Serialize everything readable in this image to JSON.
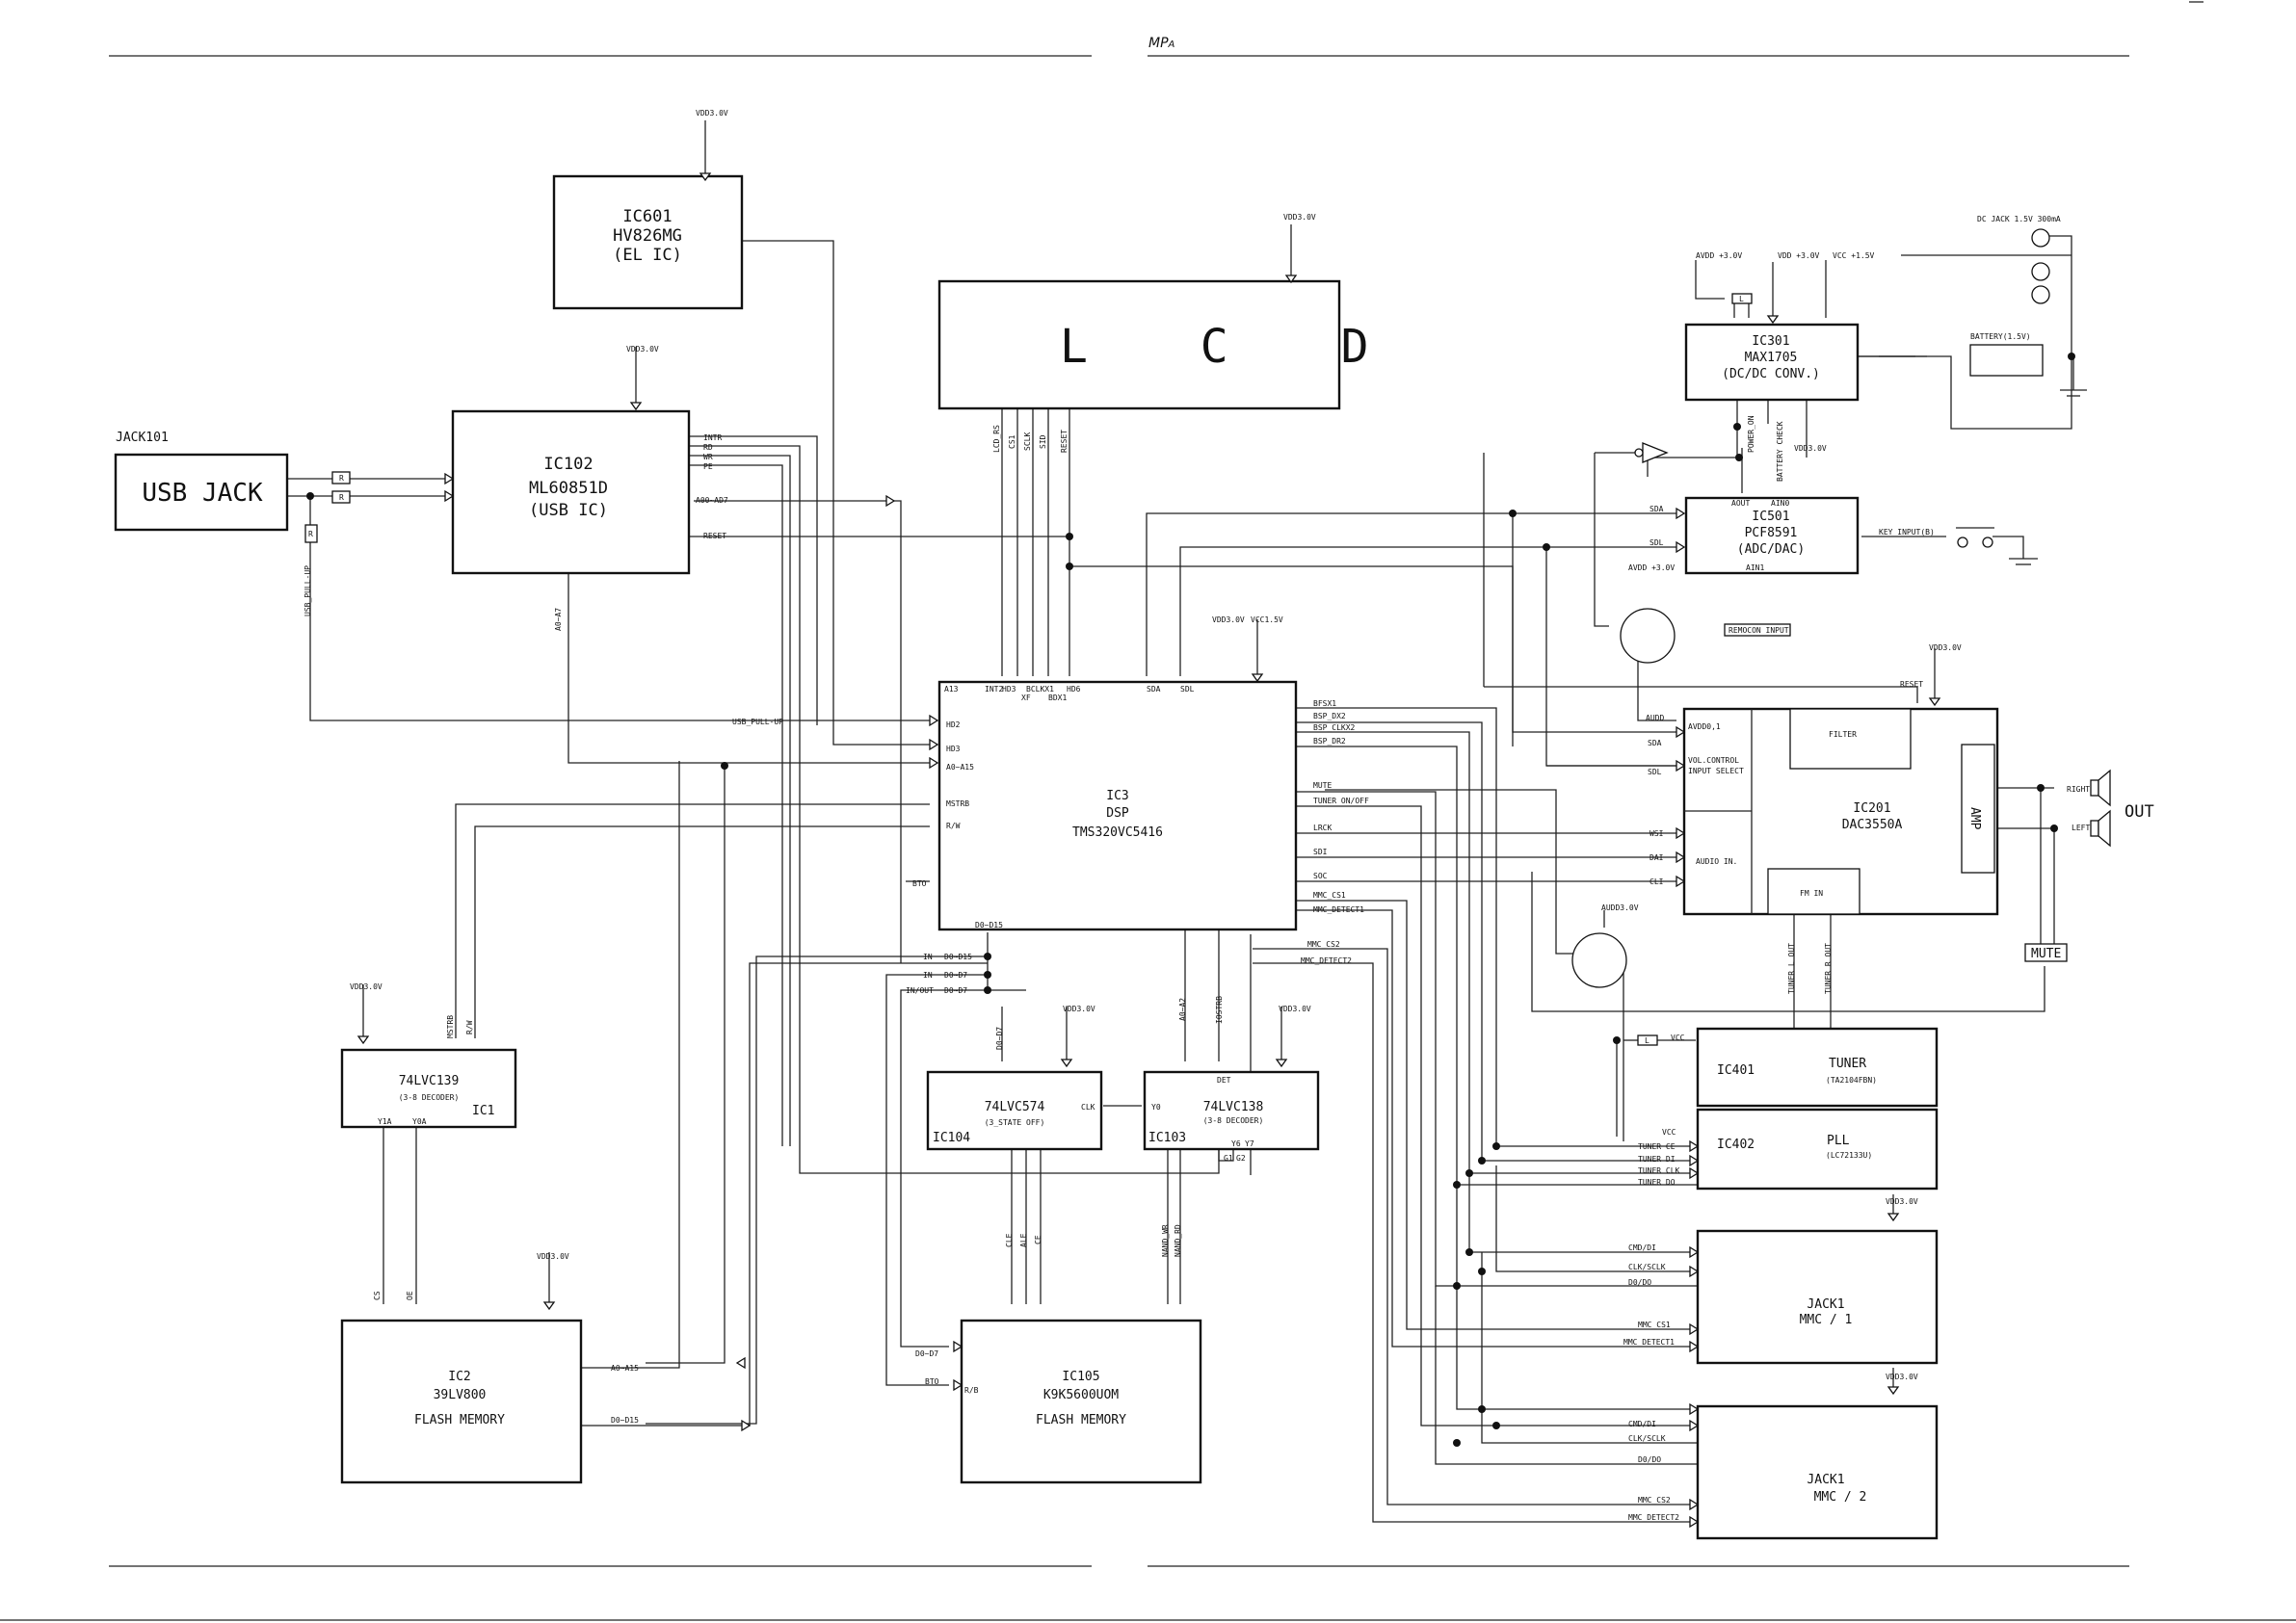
{
  "header": {
    "brand": "MP",
    "brand_sub": "A"
  },
  "supplies": {
    "vdd": "VDD3.0V",
    "vcc15": "VCC1.5V",
    "avdd3": "AVDD +3.0V",
    "vdd3": "VDD +3.0V",
    "vcc_15": "VCC +1.5V",
    "dcjack": "DC JACK 1.5V 300mA",
    "battery": "BATTERY(1.5V)",
    "avdd_a": "AVDD +3.0V",
    "audd": "AUDD3.0V"
  },
  "blocks": {
    "ic601": [
      "IC601",
      "HV826MG",
      "(EL IC)"
    ],
    "lcd": "L C D",
    "usbjack": {
      "ref": "JACK101",
      "label": "USB JACK"
    },
    "ic102": [
      "IC102",
      "ML60851D",
      "(USB IC)"
    ],
    "ic301": [
      "IC301",
      "MAX1705",
      "(DC/DC CONV.)"
    ],
    "ic501": [
      "IC501",
      "PCF8591",
      "(ADC/DAC)"
    ],
    "ic3": [
      "IC3",
      "DSP",
      "TMS320VC5416"
    ],
    "ic201": [
      "IC201",
      "DAC3550A"
    ],
    "ic201_sub": {
      "filter": "FILTER",
      "avdd": "AVDD0,1",
      "vol": "VOL.CONTROL",
      "input": "INPUT SELECT",
      "audio": "AUDIO IN.",
      "fm": "FM IN",
      "amp": "AMP"
    },
    "out": "OUT",
    "mute": "MUTE",
    "ic1": {
      "name": "74LVC139",
      "sub": "(3-8 DECODER)",
      "ref": "IC1"
    },
    "ic104": {
      "name": "74LVC574",
      "sub": "(3_STATE OFF)",
      "ref": "IC104"
    },
    "ic103": {
      "name": "74LVC138",
      "sub": "(3-8 DECODER)",
      "ref": "IC103"
    },
    "ic401": {
      "ref": "IC401",
      "name": "TUNER",
      "sub": "(TA2104FBN)"
    },
    "ic402": {
      "ref": "IC402",
      "name": "PLL",
      "sub": "(LC72133U)"
    },
    "ic2": [
      "IC2",
      "39LV800",
      "FLASH MEMORY"
    ],
    "ic105": [
      "IC105",
      "K9K5600UOM",
      "FLASH MEMORY"
    ],
    "mmc1": [
      "JACK1",
      "MMC / 1"
    ],
    "mmc2": [
      "JACK1",
      "MMC / 2"
    ],
    "remocon": "REMOCON INPUT"
  },
  "pins": {
    "ic102": [
      "INTR",
      "RD",
      "WR",
      "PE",
      "A00~AD7",
      "RESET"
    ],
    "ic102_bus": "A0~A7",
    "usb_pullup": "USB_PULL-UP",
    "lcd_pins": [
      "LCD_RS",
      "CS1",
      "SCLK",
      "SID",
      "RESET"
    ],
    "ic3_top": [
      "A13",
      "INT2",
      "HD3",
      "BCLKX1",
      "HD6",
      "SDA",
      "SDL"
    ],
    "ic3_top2": [
      "XF",
      "BDX1"
    ],
    "ic3_left": [
      "HD2",
      "HD3",
      "A0~A15",
      "MSTRB",
      "R/W"
    ],
    "ic3_right": [
      "BFSX1",
      "BSP_DX2",
      "BSP_CLKX2",
      "BSP_DR2",
      "MUTE",
      "TUNER ON/OFF",
      "LRCK",
      "SDI",
      "SOC",
      "MMC_CS1",
      "MMC_DETECT1",
      "MMC_CS2",
      "MMC_DETECT2"
    ],
    "ic3_bottom": "D0~D15",
    "bus": [
      "IN",
      "D0~D15",
      "IN",
      "D0~D7",
      "IN/OUT",
      "D0~D7",
      "BTO"
    ],
    "ic301_pins": [
      "POWER_ON",
      "BATTERY CHECK"
    ],
    "ic501_pins": [
      "AOUT",
      "AIN0",
      "AIN1",
      "SDA",
      "SDL",
      "KEY INPUT(B)"
    ],
    "ic201_pins": [
      "AUDD",
      "SDA",
      "SDL",
      "WSI",
      "DAI",
      "CLI",
      "RESET",
      "RIGHT",
      "LEFT"
    ],
    "tuner_pins": [
      "TUNER L OUT",
      "TUNER R OUT"
    ],
    "ic401_pins": [
      "VCC",
      "VCC",
      "TUNER CE",
      "TUNER DI",
      "TUNER CLK",
      "TUNER DO"
    ],
    "ic1_pins": [
      "MSTRB",
      "R/W",
      "Y1A",
      "Y0A"
    ],
    "ic104_pins": [
      "D0~D7",
      "CLK",
      "CLE",
      "ALE",
      "CE"
    ],
    "ic103_pins": [
      "A0~A2",
      "IOSTRB",
      "Y0",
      "DET",
      "Y6",
      "Y7",
      "G1",
      "G2"
    ],
    "nand": [
      "NAND_WR",
      "NAND_RD"
    ],
    "ic2_pins": [
      "A0~A15",
      "D0~D15",
      "CS",
      "OE"
    ],
    "ic105_pins": [
      "D0~D7",
      "BTO",
      "R/B"
    ],
    "mmc1_pins": [
      "CMD/DI",
      "CLK/SCLK",
      "D0/DO",
      "MMC_CS1",
      "MMC_DETECT1"
    ],
    "mmc2_pins": [
      "CMD/DI",
      "CLK/SCLK",
      "D0/DO",
      "MMC_CS2",
      "MMC_DETECT2"
    ],
    "res": "R",
    "ind": "L"
  },
  "colors": {
    "ink": "#111111",
    "paper": "#ffffff",
    "rule": "#333333"
  }
}
